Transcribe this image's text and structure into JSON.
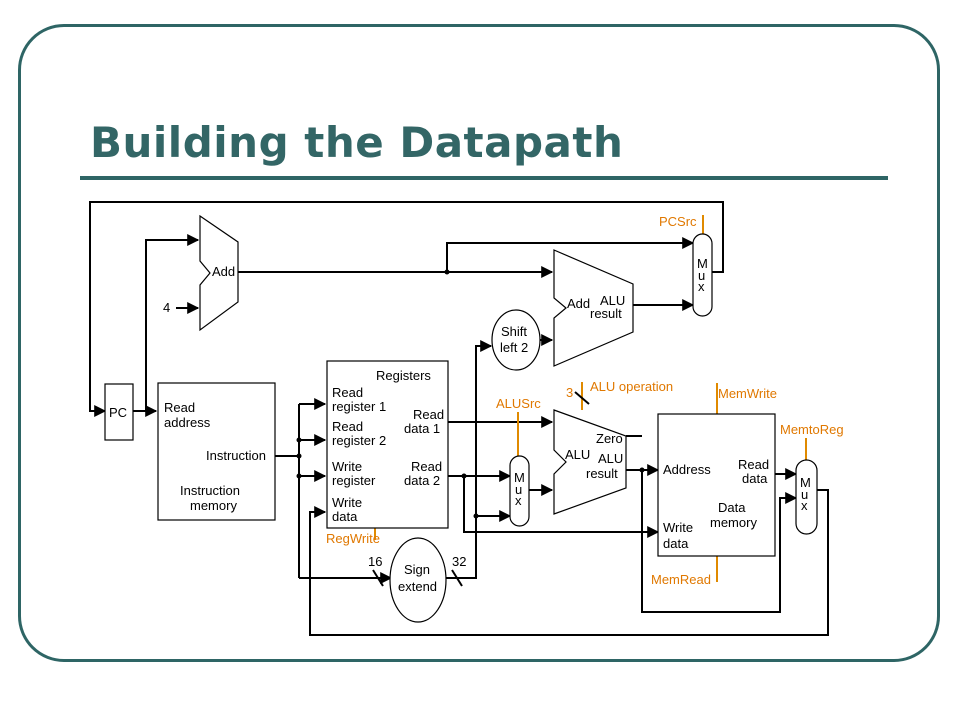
{
  "slide": {
    "title": "Building the Datapath"
  },
  "diagram": {
    "pc": "PC",
    "adder_top": "Add",
    "const_four": "4",
    "instr_mem": {
      "read": "Read",
      "address": "address",
      "instruction": "Instruction",
      "name1": "Instruction",
      "name2": "memory"
    },
    "registers": {
      "title": "Registers",
      "read1a": "Read",
      "read1b": "register 1",
      "read2a": "Read",
      "read2b": "register 2",
      "writea": "Write",
      "writeb": "register",
      "wdataa": "Write",
      "wdatab": "data",
      "rd1a": "Read",
      "rd1b": "data 1",
      "rd2a": "Read",
      "rd2b": "data 2"
    },
    "shift": {
      "line1": "Shift",
      "line2": "left 2"
    },
    "branch_alu": {
      "add": "Add",
      "alu": "ALU",
      "result": "result"
    },
    "main_alu": {
      "zero": "Zero",
      "alu": "ALU",
      "alu2": "ALU",
      "result": "result"
    },
    "sign_extend": {
      "line1": "Sign",
      "line2": "extend",
      "in_bits": "16",
      "out_bits": "32"
    },
    "data_mem": {
      "address": "Address",
      "reada": "Read",
      "readb": "data",
      "writea": "Write",
      "writeb": "data",
      "name1": "Data",
      "name2": "memory"
    },
    "mux": {
      "m": "M",
      "u": "u",
      "x": "x"
    },
    "alu_op_bits": "3",
    "controls": {
      "pcsrc": "PCSrc",
      "alusrc": "ALUSrc",
      "alu_operation": "ALU operation",
      "memwrite": "MemWrite",
      "memtoreg": "MemtoReg",
      "memread": "MemRead",
      "regwrite": "RegWrite"
    },
    "colors": {
      "title": "#336666",
      "frame": "#2e6565",
      "control": "#e08a00",
      "wire": "#000000"
    }
  }
}
